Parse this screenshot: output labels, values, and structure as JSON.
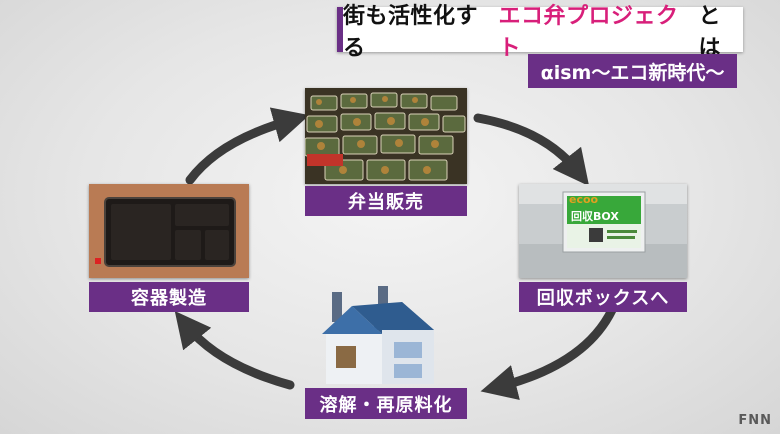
{
  "headline": {
    "part1": "街も活性化する",
    "part2": "エコ弁プロジェクト",
    "part3": "とは"
  },
  "subheadline": "αism〜エコ新時代〜",
  "cycle": {
    "top": {
      "label": "弁当販売",
      "image": "bento-display-photo"
    },
    "right": {
      "label": "回収ボックスへ",
      "image": "collection-box-photo",
      "box_logo": "ecoo",
      "box_text": "回収BOX"
    },
    "bottom": {
      "label": "溶解・再原料化",
      "image": "factory-icon"
    },
    "left": {
      "label": "容器製造",
      "image": "bento-container-photo"
    }
  },
  "logo": "FNN",
  "colors": {
    "accent": "#6a2f86",
    "highlight": "#d81f7a",
    "arrow": "#3b3b3b"
  }
}
